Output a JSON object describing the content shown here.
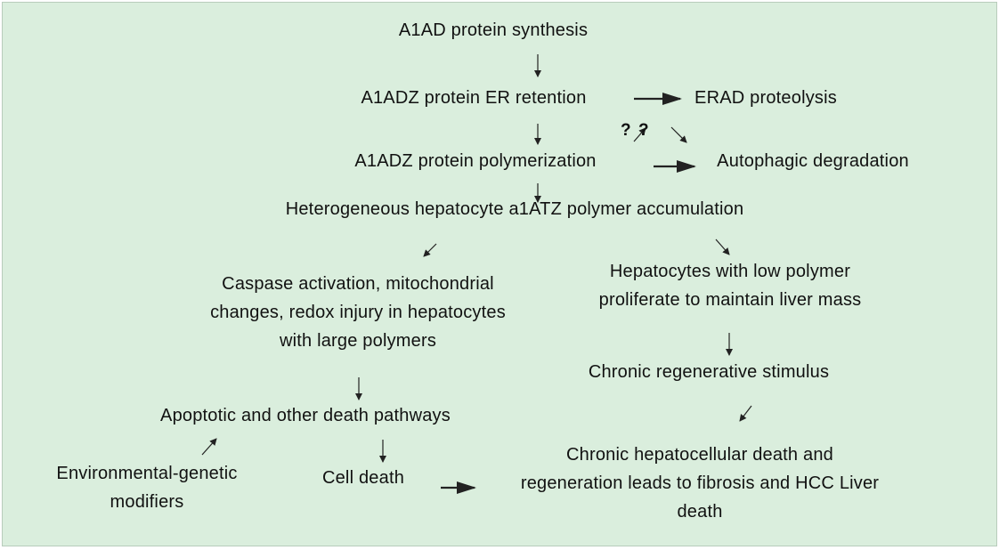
{
  "nodes": {
    "synthesis": "A1AD protein synthesis",
    "er_retention": "A1ADZ protein ER retention",
    "erad": "ERAD proteolysis",
    "polymerization": "A1ADZ protein polymerization",
    "autophagic": "Autophagic degradation",
    "accumulation": "Heterogeneous hepatocyte a1ATZ polymer accumulation",
    "caspase": [
      "Caspase activation, mitochondrial",
      "changes, redox injury in hepatocytes",
      "with large polymers"
    ],
    "low_polymer": [
      "Hepatocytes with low polymer",
      "proliferate to maintain liver mass"
    ],
    "regenerative": "Chronic regenerative stimulus",
    "apoptotic": "Apoptotic and other death pathways",
    "environmental": [
      "Environmental-genetic",
      "modifiers"
    ],
    "cell_death": "Cell death",
    "chronic_death": [
      "Chronic hepatocellular death and",
      "regeneration leads to fibrosis and HCC Liver",
      "death"
    ]
  },
  "question_marks": [
    "?",
    "?"
  ],
  "colors": {
    "background": "#daeedd",
    "arrow": "#222222"
  }
}
